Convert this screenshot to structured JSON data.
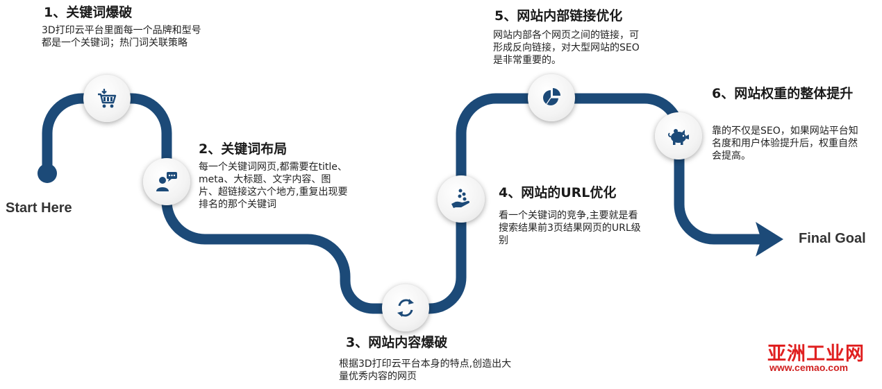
{
  "start_label": "Start Here",
  "end_label": "Final Goal",
  "steps": [
    {
      "title": "1、关键词爆破",
      "desc": "3D打印云平台里面每一个品牌和型号都是一个关键词；热门词关联策略",
      "icon": "shopping-cart-icon"
    },
    {
      "title": "2、关键词布局",
      "desc": "每一个关键词网页,都需要在title、meta、大标题、文字内容、图片、超链接这六个地方,重复出现要排名的那个关键词",
      "icon": "user-chat-icon"
    },
    {
      "title": "3、网站内容爆破",
      "desc": "根据3D打印云平台本身的特点,创造出大量优秀内容的网页",
      "icon": "refresh-icon"
    },
    {
      "title": "4、网站的URL优化",
      "desc": "看一个关键词的竞争,主要就是看搜索结果前3页结果网页的URL级别",
      "icon": "hand-coins-icon"
    },
    {
      "title": "5、网站内部链接优化",
      "desc": "网站内部各个网页之间的链接，可形成反向链接，对大型网站的SEO是非常重要的。",
      "icon": "pie-chart-icon"
    },
    {
      "title": "6、网站权重的整体提升",
      "desc": "靠的不仅是SEO，如果网站平台知名度和用户体验提升后，权重自然会提高。",
      "icon": "piggy-bank-icon"
    }
  ],
  "watermark": {
    "title": "亚洲工业网",
    "url": "www.cemao.com"
  },
  "colors": {
    "path": "#1c4a78",
    "icon": "#1c4a78",
    "watermark": "#e02020"
  }
}
